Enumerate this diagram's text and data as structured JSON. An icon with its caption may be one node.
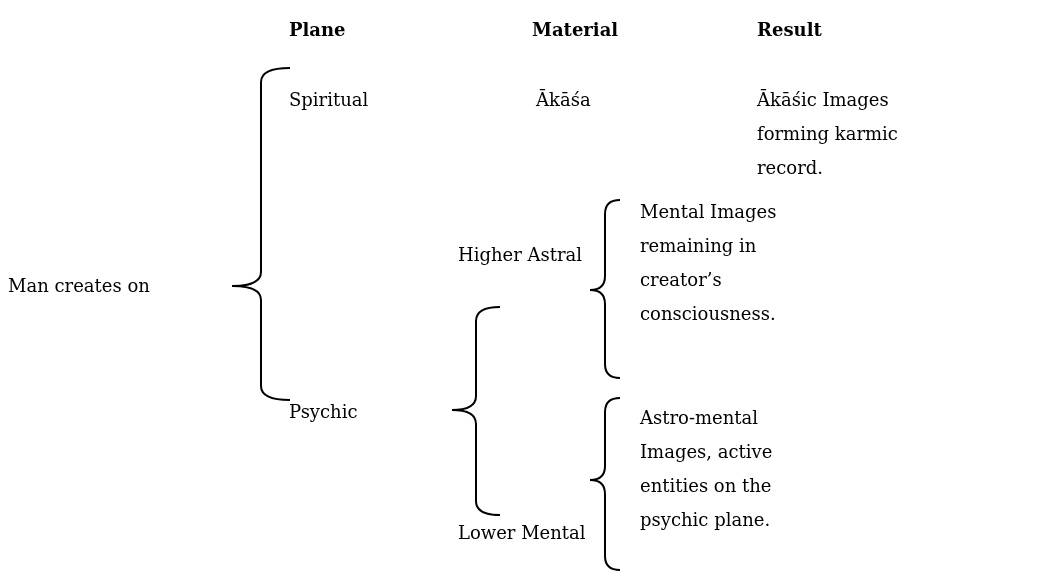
{
  "diagram": {
    "labels": [
      "Plane",
      "Material",
      "Result",
      "Spiritual",
      "Ākāśa",
      "Ākāśic Images forming karmic record.",
      "Man creates on",
      "Higher Astral",
      "Mental Images remaining in creator’s consciousness.",
      "Psychic",
      "Lower Mental",
      "Astro-mental Images, active entities on the psychic plane."
    ]
  }
}
